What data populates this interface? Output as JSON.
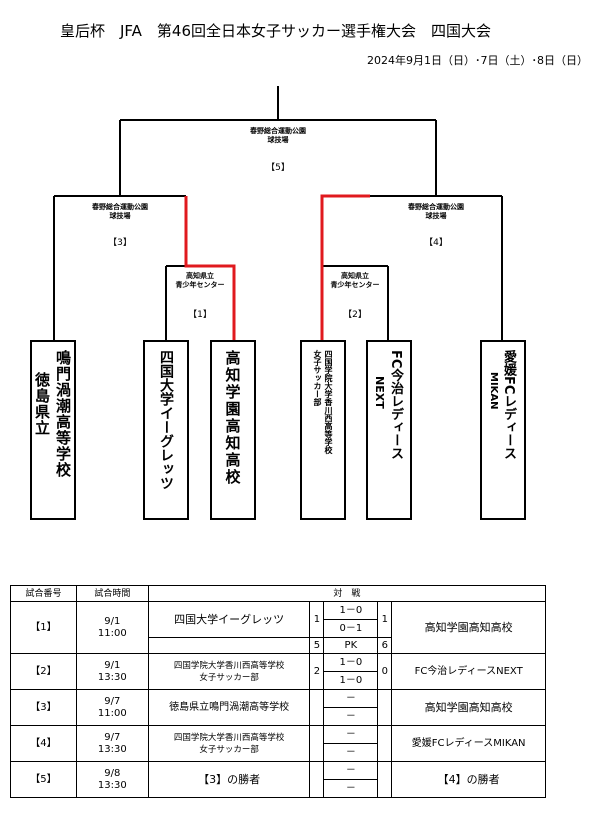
{
  "header": {
    "title": "皇后杯　JFA　第46回全日本女子サッカー選手権大会　四国大会",
    "date": "2024年9月1日（日）･7日（土）･8日（日）"
  },
  "bracket": {
    "venues": {
      "final_l1": "春野総合運動公園",
      "final_l2": "球技場",
      "final_slot": "【5】",
      "left_l1": "春野総合運動公園",
      "left_l2": "球技場",
      "left_slot": "【3】",
      "right_l1": "春野総合運動公園",
      "right_l2": "球技場",
      "right_slot": "【4】",
      "m1_l1": "高知県立",
      "m1_l2": "青少年センター",
      "m1_slot": "【1】",
      "m2_l1": "高知県立",
      "m2_l2": "青少年センター",
      "m2_slot": "【2】"
    },
    "teams": {
      "t1_c1": "鳴門渦潮高等学校",
      "t1_c2": "徳島県立",
      "t2": "四国大学イーグレッツ",
      "t3": "高知学園高知高校",
      "t4_c1": "四国学院大学香川西高等学校",
      "t4_c2": "女子サッカー部",
      "t5_c1": "FC今治レディース",
      "t5_c2": "NEXT",
      "t6_c1": "愛媛FCレディース",
      "t6_c2": "MIKAN"
    },
    "colors": {
      "winner_line": "#e0191e",
      "line": "#000000"
    }
  },
  "schedule": {
    "headers": {
      "no": "試合番号",
      "time": "試合時間",
      "match": "対　戦"
    },
    "m1": {
      "no": "【1】",
      "date": "9/1",
      "time": "11:00",
      "home": "四国大学イーグレッツ",
      "away": "高知学園高知高校",
      "hs": "1",
      "as": "1",
      "h1": "1－0",
      "h2": "0－1",
      "pkh": "5",
      "pk": "PK",
      "pka": "6"
    },
    "m2": {
      "no": "【2】",
      "date": "9/1",
      "time": "13:30",
      "home1": "四国学院大学香川西高等学校",
      "home2": "女子サッカー部",
      "away": "FC今治レディースNEXT",
      "hs": "2",
      "as": "0",
      "h1": "1－0",
      "h2": "1－0"
    },
    "m3": {
      "no": "【3】",
      "date": "9/7",
      "time": "11:00",
      "home": "徳島県立鳴門渦潮高等学校",
      "away": "高知学園高知高校",
      "h1": "－",
      "h2": "－"
    },
    "m4": {
      "no": "【4】",
      "date": "9/7",
      "time": "13:30",
      "home1": "四国学院大学香川西高等学校",
      "home2": "女子サッカー部",
      "away": "愛媛FCレディースMIKAN",
      "h1": "－",
      "h2": "－"
    },
    "m5": {
      "no": "【5】",
      "date": "9/8",
      "time": "13:30",
      "home": "【3】の勝者",
      "away": "【4】の勝者",
      "h1": "－",
      "h2": "－"
    }
  }
}
